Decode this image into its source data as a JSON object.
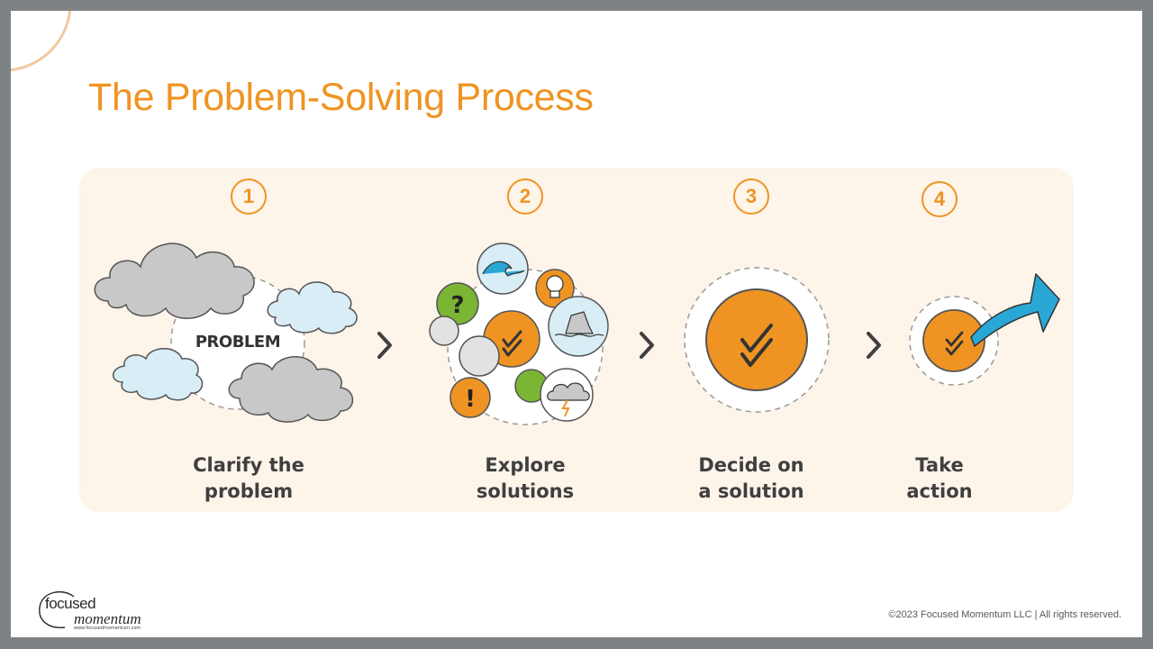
{
  "title": "The Problem-Solving Process",
  "steps": [
    {
      "number": "1",
      "label_line1": "Clarify the",
      "label_line2": "problem"
    },
    {
      "number": "2",
      "label_line1": "Explore",
      "label_line2": "solutions"
    },
    {
      "number": "3",
      "label_line1": "Decide on",
      "label_line2": "a solution"
    },
    {
      "number": "4",
      "label_line1": "Take",
      "label_line2": "action"
    }
  ],
  "problem_text": "PROBLEM",
  "explore_marks": {
    "question": "?",
    "exclamation": "!"
  },
  "logo": {
    "word1": "focused",
    "word2": "momentum",
    "url": "www.focusedmomentum.com"
  },
  "copyright": "©2023 Focused Momentum LLC | All rights reserved.",
  "colors": {
    "accent": "#ef9422",
    "panel": "#fdf4ea",
    "frame": "#7d8284",
    "arrow": "#29a8d6",
    "green": "#7ab534",
    "sky": "#d8edf5",
    "cloud_gray": "#c8c8c8"
  }
}
